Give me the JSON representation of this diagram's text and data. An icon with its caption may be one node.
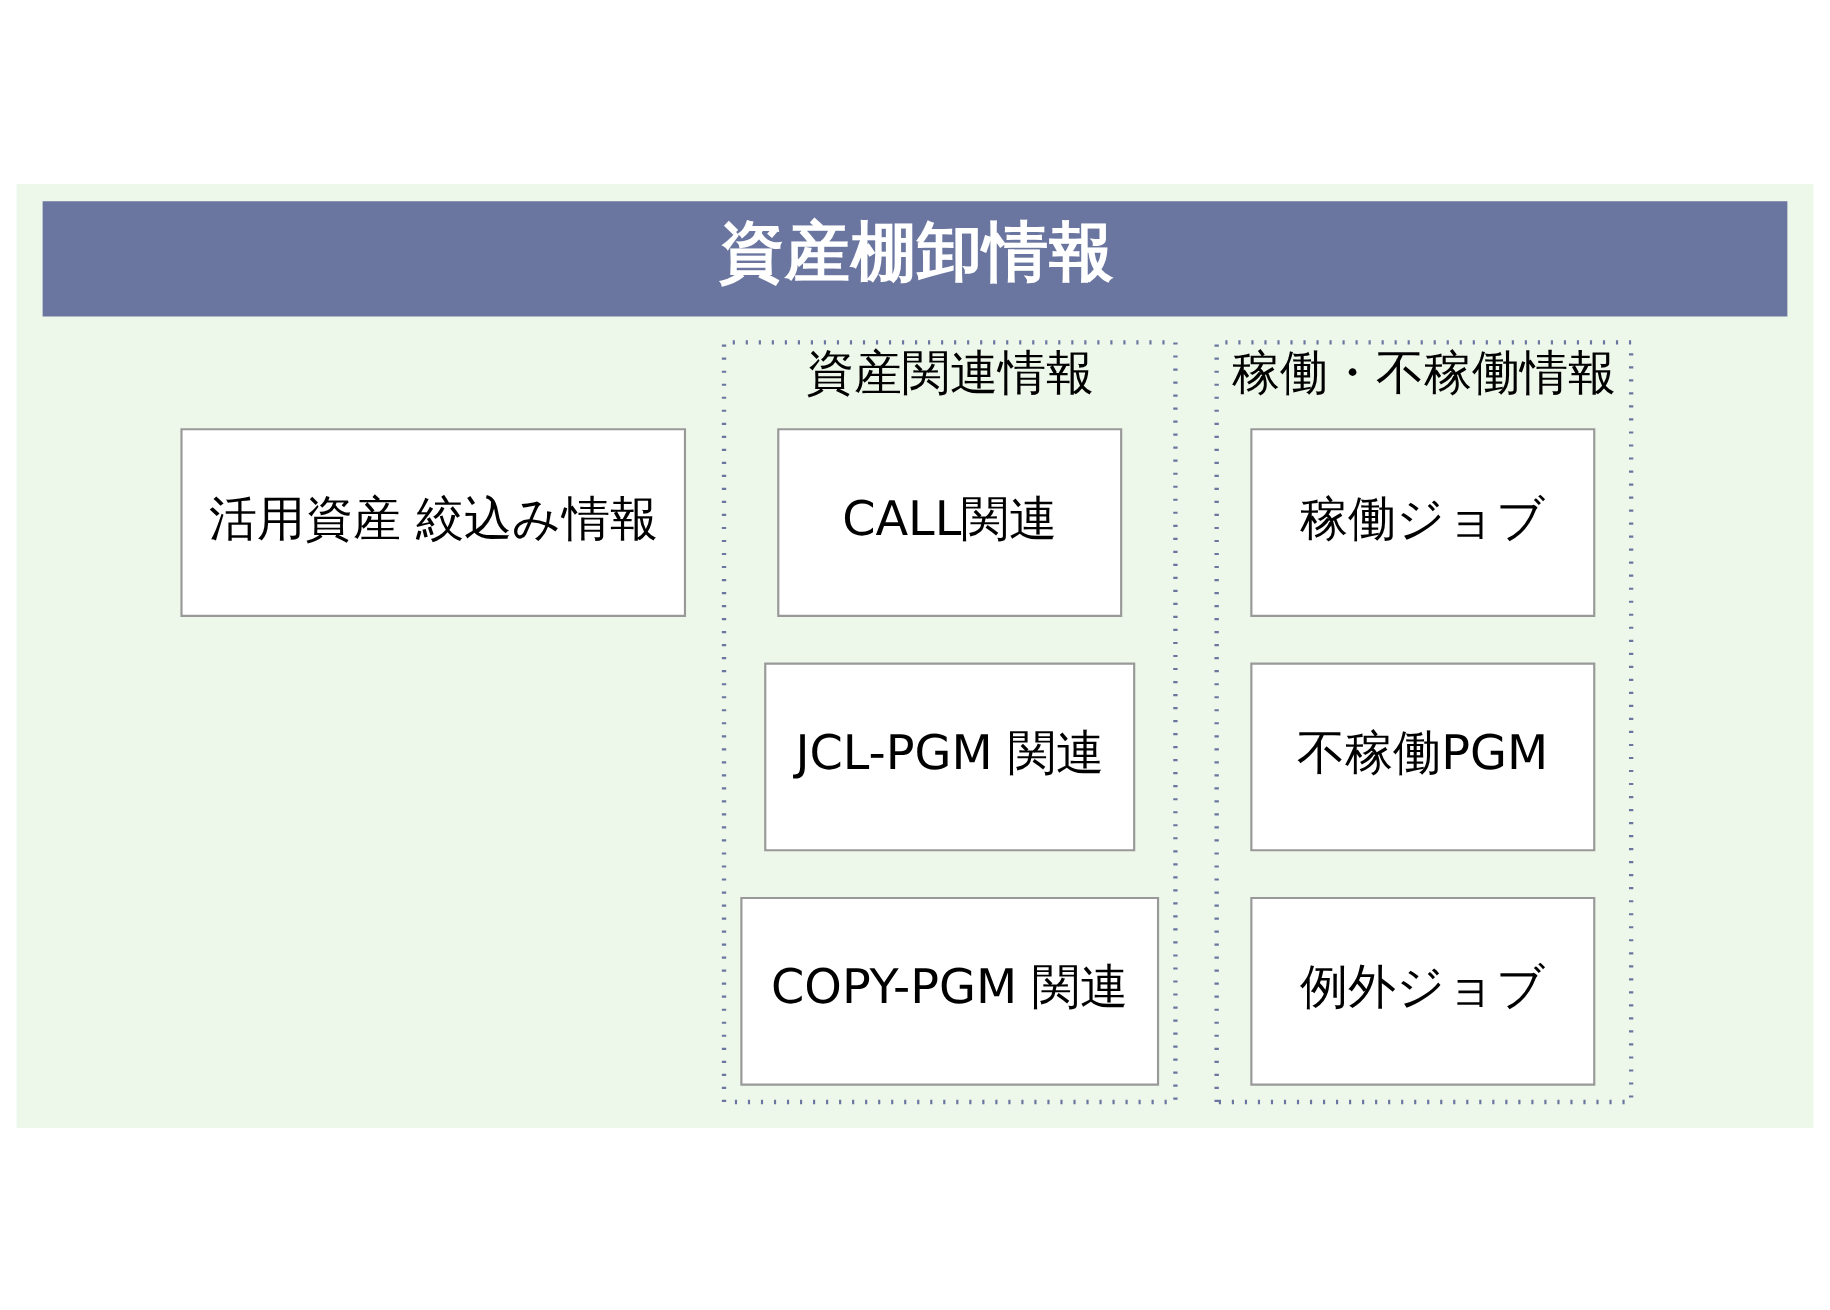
{
  "diagram": {
    "title": "資産棚卸情報",
    "nodes": [
      {
        "text": [
          "活用資産 絞込み情報"
        ]
      },
      {
        "text": [
          "資産関連情報"
        ]
      },
      {
        "text": [
          "CALL関連"
        ],
        "in": 1
      },
      {
        "text": [
          "JCL-PGM 関連"
        ],
        "in": 1
      },
      {
        "text": [
          "COPY-PGM 関連"
        ],
        "in": 1
      },
      {
        "text": [
          "稼働・不稼働情報"
        ]
      },
      {
        "text": [
          "稼働ジョブ"
        ],
        "in": 5
      },
      {
        "text": [
          "不稼働PGM"
        ],
        "in": 5
      },
      {
        "text": [
          "例外ジョブ"
        ],
        "in": 5
      }
    ]
  }
}
